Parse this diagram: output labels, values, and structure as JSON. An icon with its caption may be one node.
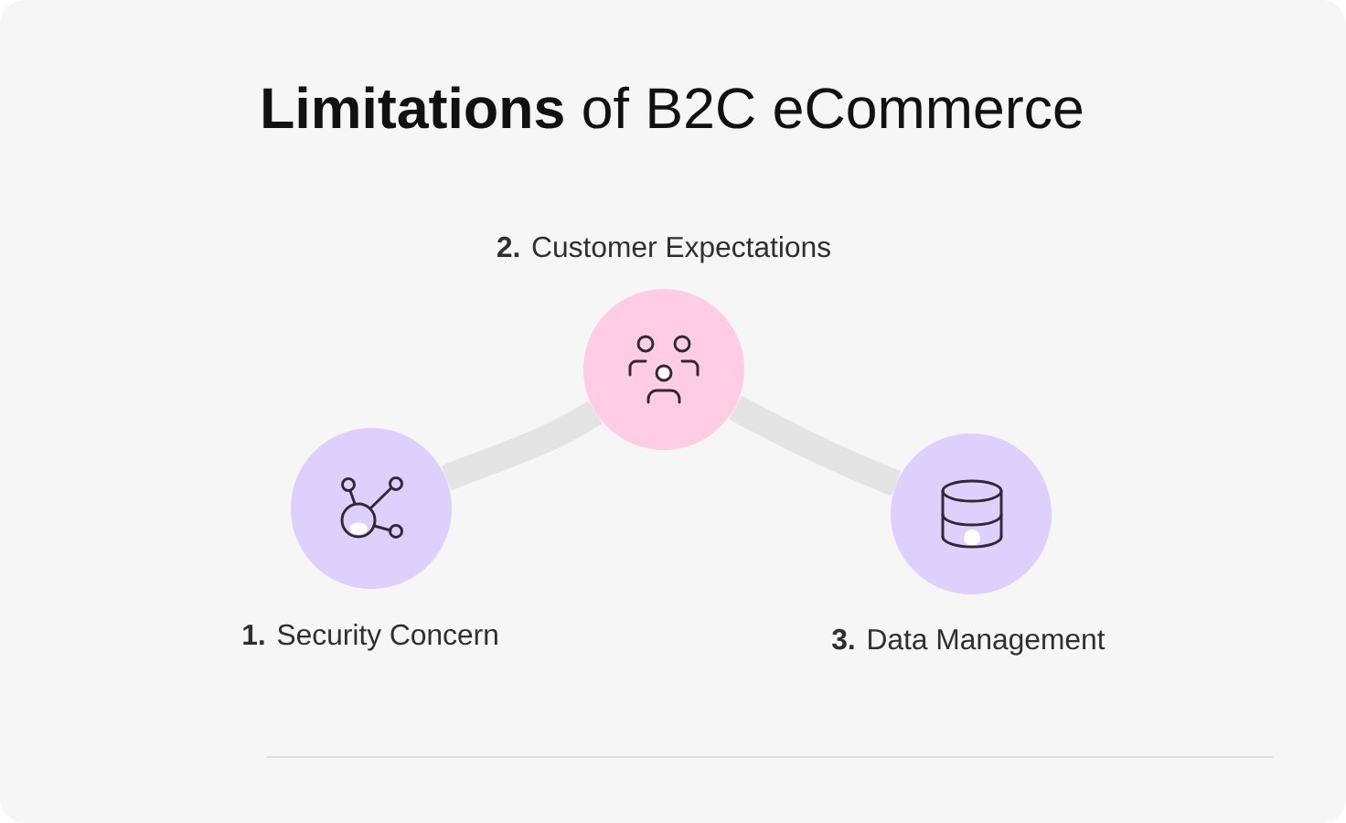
{
  "diagram": {
    "title": "**Limitations** of B2C eCommerce",
    "nodes": [
      {
        "text": [
          "**1.** Security Concern"
        ]
      },
      {
        "text": [
          "**2.** Customer Expectations"
        ]
      },
      {
        "text": [
          "**3.** Data Management"
        ]
      }
    ],
    "edges": [
      {
        "from": 0,
        "to": 1,
        "arrow": "none"
      },
      {
        "from": 1,
        "to": 2,
        "arrow": "none"
      }
    ]
  }
}
